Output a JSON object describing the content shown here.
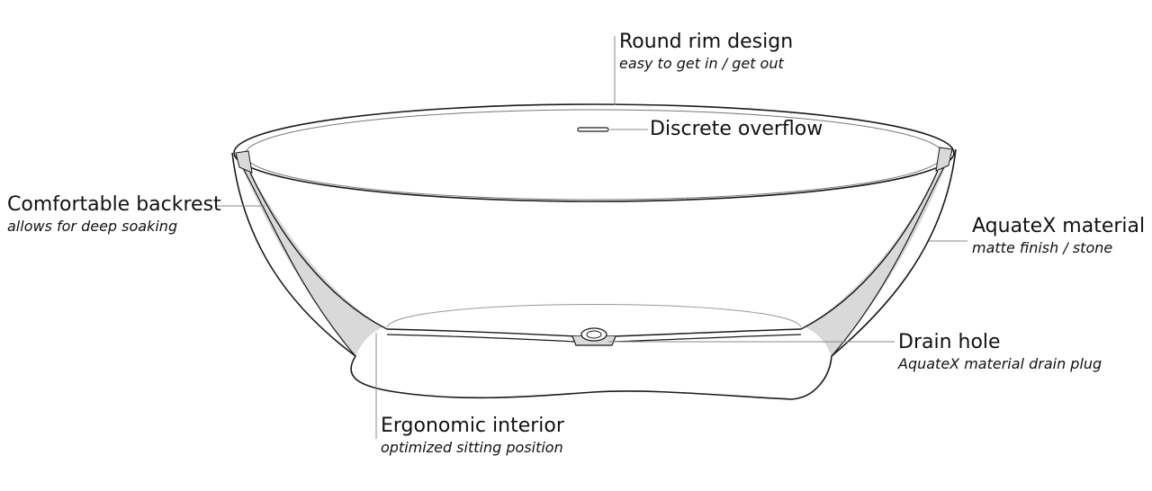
{
  "callouts": {
    "rim": {
      "title": "Round rim design",
      "subtitle": "easy to get in / get out"
    },
    "overflow": {
      "title": "Discrete overflow"
    },
    "backrest": {
      "title": "Comfortable backrest",
      "subtitle": "allows for deep soaking"
    },
    "material": {
      "title": "AquateX material",
      "subtitle": "matte finish / stone"
    },
    "drain": {
      "title": "Drain hole",
      "subtitle": "AquateX material drain plug"
    },
    "interior": {
      "title": "Ergonomic interior",
      "subtitle": "optimized sitting position"
    }
  },
  "colors": {
    "line": "#1a1a1a",
    "thin": "#777777",
    "wall": "#d9d9d9",
    "leader": "#8a8a8a"
  }
}
